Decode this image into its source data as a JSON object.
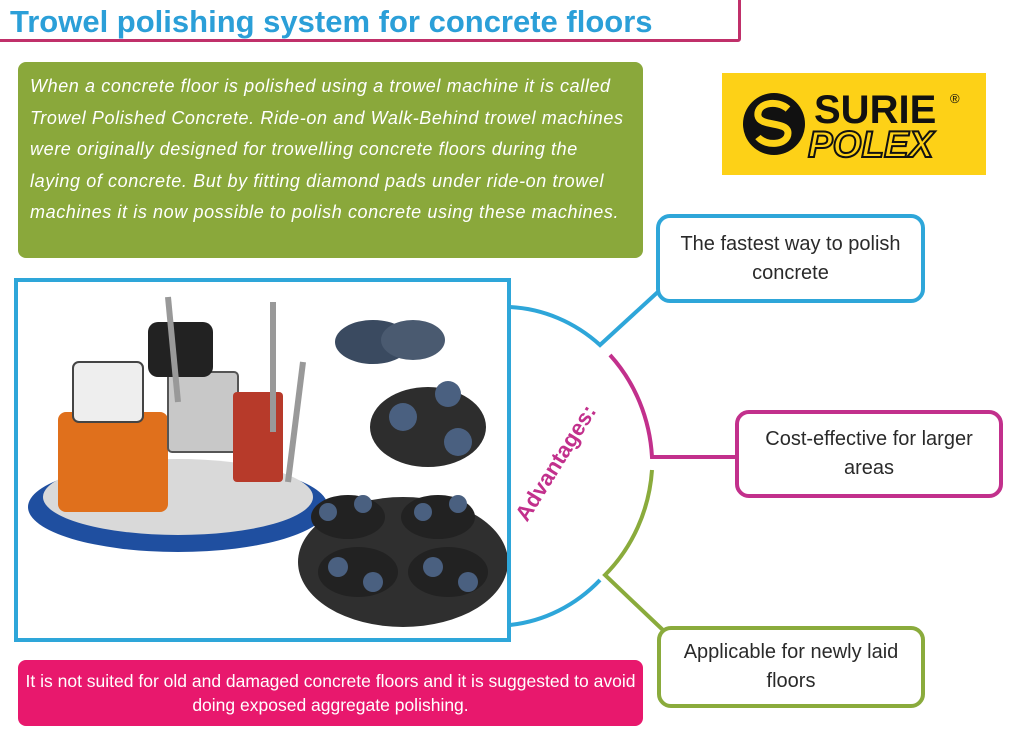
{
  "header": {
    "title": "Trowel polishing system for concrete floors"
  },
  "intro": {
    "text": "When a concrete floor is polished using a trowel machine it is called Trowel Polished Concrete. Ride-on and Walk-Behind trowel machines were originally designed for trowelling concrete floors during the laying of concrete. But by fitting diamond pads under ride-on trowel machines it is now possible to polish concrete using these machines."
  },
  "logo": {
    "line1": "SURIE",
    "line2": "POLEX",
    "mark": "®"
  },
  "advantages": {
    "heading": "Advantages:",
    "items": [
      {
        "text": "The fastest way to polish concrete",
        "color": "#2ea6d9"
      },
      {
        "text": "Cost-effective for larger areas",
        "color": "#c2308c"
      },
      {
        "text": "Applicable for newly laid floors",
        "color": "#8aab3c"
      }
    ]
  },
  "warning": {
    "text": "It is not suited for old and damaged concrete floors and it is suggested to avoid doing exposed aggregate polishing."
  },
  "colors": {
    "title": "#2b9fd8",
    "intro_bg": "#8aa83b",
    "warning_bg": "#e8186d",
    "logo_bg": "#fdd117"
  }
}
